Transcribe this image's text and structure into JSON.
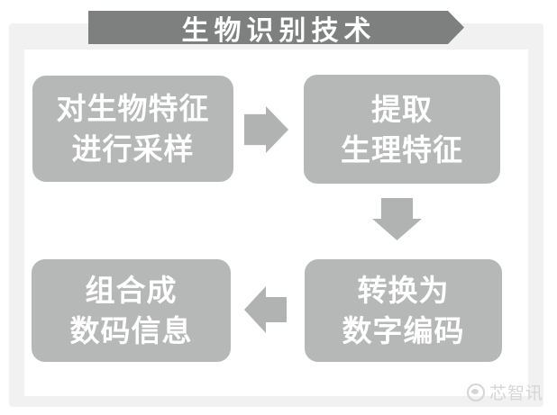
{
  "title": {
    "label": "生物识别技术"
  },
  "flow": {
    "steps": [
      {
        "id": "sampling",
        "lines": [
          "对生物特征",
          "进行采样"
        ]
      },
      {
        "id": "feature-extraction",
        "lines": [
          "提取",
          "生理特征"
        ]
      },
      {
        "id": "digital-encoding",
        "lines": [
          "转换为",
          "数字编码"
        ]
      },
      {
        "id": "digital-info",
        "lines": [
          "组合成",
          "数码信息"
        ]
      }
    ],
    "arrows": [
      "right-arrow-icon",
      "down-arrow-icon",
      "left-arrow-icon"
    ]
  },
  "watermark": {
    "label": "芯智讯"
  },
  "colors": {
    "banner": "#7e7f7f",
    "box": "#b6b7b7",
    "arrow": "#b1b2b2",
    "frame": "#f1f1f1",
    "text": "#ffffff",
    "watermark": "#d5d5d5"
  }
}
